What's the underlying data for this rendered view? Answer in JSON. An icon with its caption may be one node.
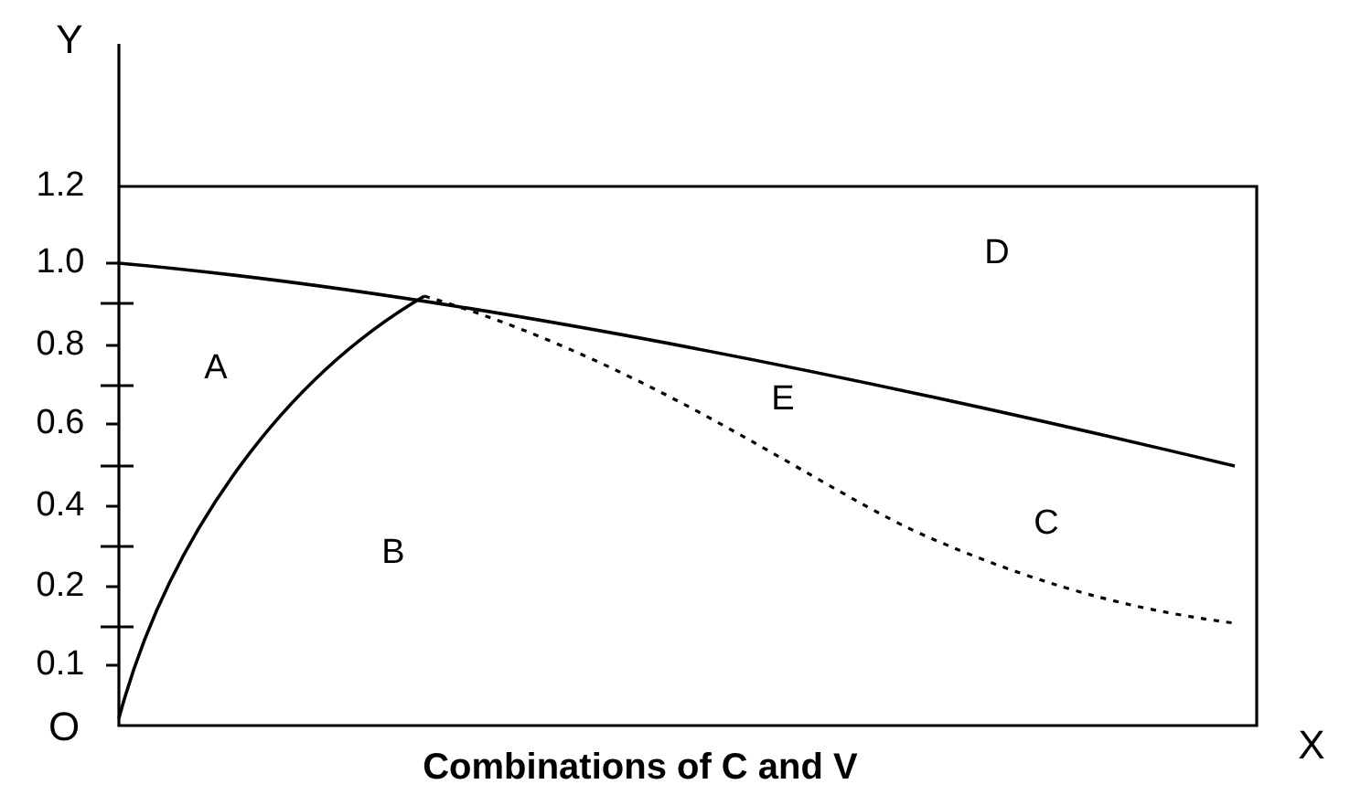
{
  "diagram": {
    "labels": [
      "Y",
      "1.2",
      "1.0",
      "D",
      "0.8",
      "A",
      "0.6",
      "E",
      "0.4",
      "C",
      "B",
      "0.2",
      "0.1",
      "O",
      "Combinations of C and V",
      "X"
    ]
  }
}
